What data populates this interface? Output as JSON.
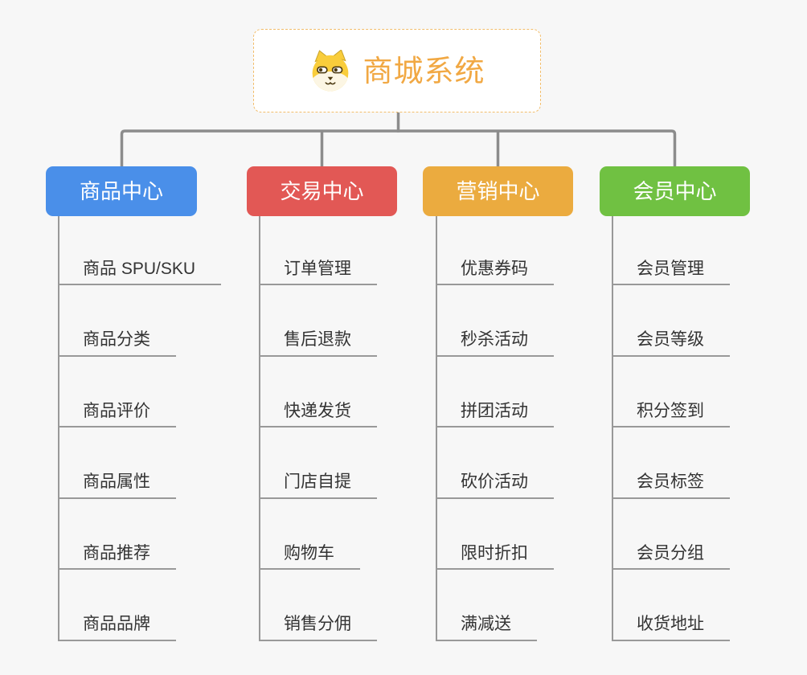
{
  "root": {
    "title": "商城系统"
  },
  "theme": {
    "page_bg": "#f7f7f7",
    "root_bg": "#ffffff",
    "root_border_color": "#f2bd6b",
    "root_title_color": "#f1a843",
    "connector_color": "#8c8c8c",
    "item_line_color": "#999999",
    "item_text_color": "#333333"
  },
  "branches": [
    {
      "label": "商品中心",
      "color": "#4a8fe9",
      "items": [
        "商品 SPU/SKU",
        "商品分类",
        "商品评价",
        "商品属性",
        "商品推荐",
        "商品品牌"
      ]
    },
    {
      "label": "交易中心",
      "color": "#e25855",
      "items": [
        "订单管理",
        "售后退款",
        "快递发货",
        "门店自提",
        "购物车",
        "销售分佣"
      ]
    },
    {
      "label": "营销中心",
      "color": "#ebab3f",
      "items": [
        "优惠券码",
        "秒杀活动",
        "拼团活动",
        "砍价活动",
        "限时折扣",
        "满减送"
      ]
    },
    {
      "label": "会员中心",
      "color": "#70c142",
      "items": [
        "会员管理",
        "会员等级",
        "积分签到",
        "会员标签",
        "会员分组",
        "收货地址"
      ]
    }
  ]
}
